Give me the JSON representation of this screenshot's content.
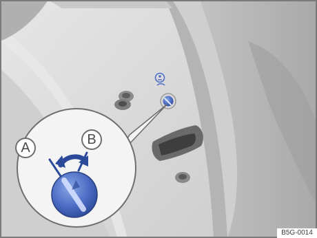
{
  "labels": {
    "a": "A",
    "b": "B"
  },
  "figure_code": "B5G-0014",
  "colors": {
    "door_panel": "#d9d9d9",
    "door_frame": "#bdbdbd",
    "interior": "#c8c8c8",
    "lock_knob": "#3f5fb8",
    "arrow": "#2b4a9a",
    "outline": "#6e6e6e"
  }
}
